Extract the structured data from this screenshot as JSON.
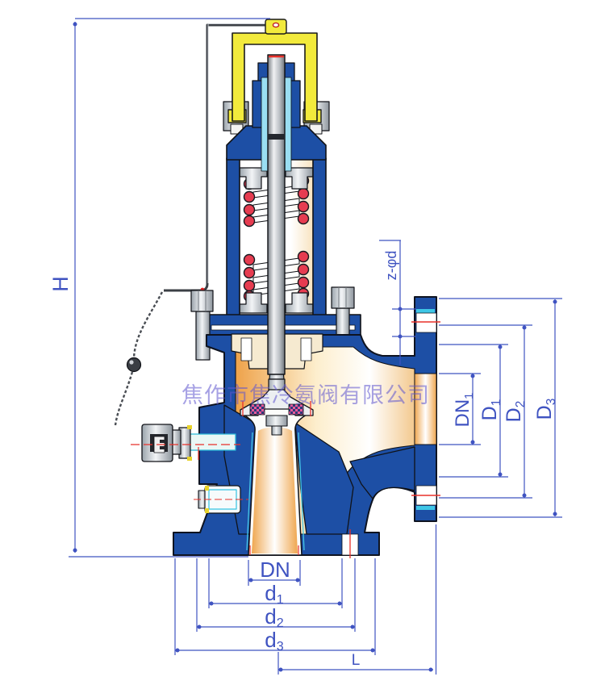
{
  "diagram": {
    "kind": "safety-relief-valve-cross-section",
    "watermark": {
      "text": "焦作市焦冷氨阀有限公司",
      "color": "#5f55cf"
    },
    "dims": {
      "H": "H",
      "z_phi_d": "z-φd",
      "DN1": {
        "base": "DN",
        "sub": "1"
      },
      "D1": {
        "base": "D",
        "sub": "1"
      },
      "D2": {
        "base": "D",
        "sub": "2"
      },
      "D3": {
        "base": "D",
        "sub": "3"
      },
      "DN": "DN",
      "d1": {
        "base": "d",
        "sub": "1"
      },
      "d2": {
        "base": "d",
        "sub": "2"
      },
      "d3": {
        "base": "d",
        "sub": "3"
      },
      "L": "L"
    },
    "colors": {
      "body_blue": "#1d4fa5",
      "lever_yellow": "#f2ea3c",
      "spring_red": "#e63c50",
      "cavity_orange": "#efa94e",
      "dimension_blue": "#3f53c1",
      "accent_red": "#e8302a",
      "accent_cyan": "#3ec6e6",
      "steel_gray": "#c8d0d6"
    }
  }
}
